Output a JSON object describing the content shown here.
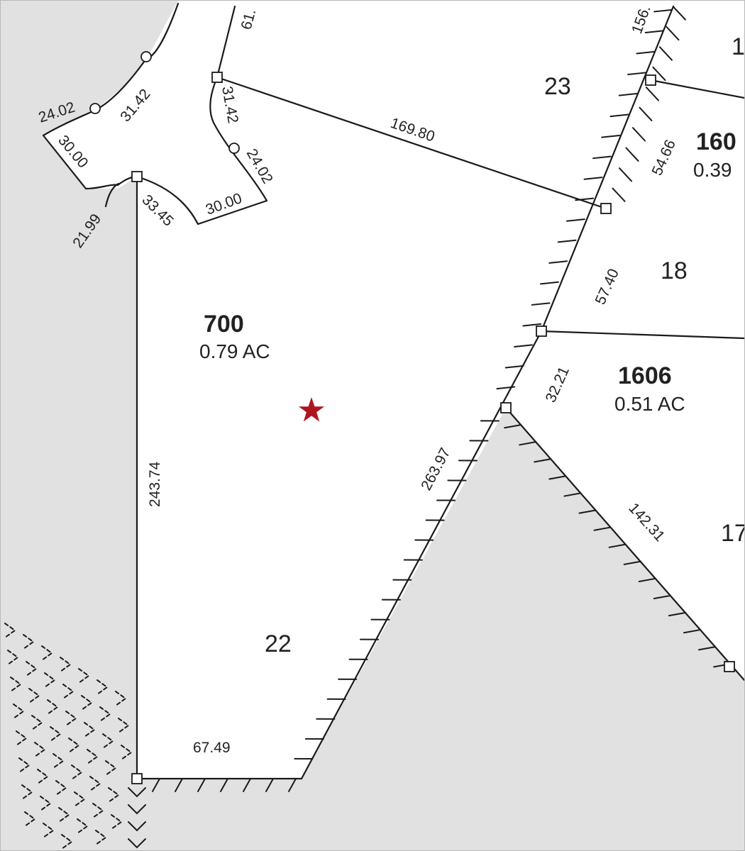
{
  "colors": {
    "background": "#ffffff",
    "outside_area": "#e1e1e1",
    "line": "#1a1a1a",
    "subject_marker": "#b0151f"
  },
  "subject_marker_icon": "star-icon",
  "parcels": [
    {
      "id": "700",
      "acres": "0.79 AC"
    },
    {
      "id": "1606",
      "acres": "0.51 AC"
    },
    {
      "id": "160",
      "acres": "0.39"
    }
  ],
  "lots": [
    "23",
    "18",
    "22",
    "17",
    "1"
  ],
  "dimensions": {
    "west_line": "243.74",
    "south_line": "67.49",
    "southeast_line": "263.97",
    "segment_32": "32.21",
    "segment_57": "57.40",
    "segment_54": "54.66",
    "north_line": "169.80",
    "segment_142": "142.31",
    "top_right": "156.",
    "top_mid": "61.",
    "curve_a": "24.02",
    "curve_b": "31.42",
    "curve_c": "30.00",
    "curve_d": "21.99",
    "curve_e": "33.45",
    "curve_f": "30.00",
    "curve_g": "24.02",
    "curve_h": "31.42"
  }
}
